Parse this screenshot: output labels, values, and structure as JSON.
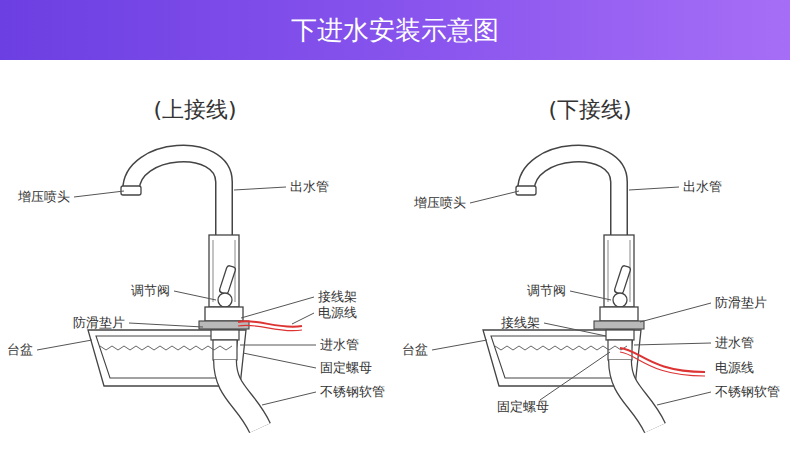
{
  "diagram": {
    "title": "下进水安装示意图",
    "labels": [
      "(上接线)",
      "增压喷头",
      "出水管",
      "调节阀",
      "接线架",
      "电源线",
      "防滑垫片",
      "进水管",
      "台盆",
      "固定螺母",
      "不锈钢软管",
      "(下接线)",
      "增压喷头",
      "出水管",
      "调节阀",
      "防滑垫片",
      "接线架",
      "进水管",
      "台盆",
      "电源线",
      "固定螺母",
      "不锈钢软管"
    ]
  }
}
